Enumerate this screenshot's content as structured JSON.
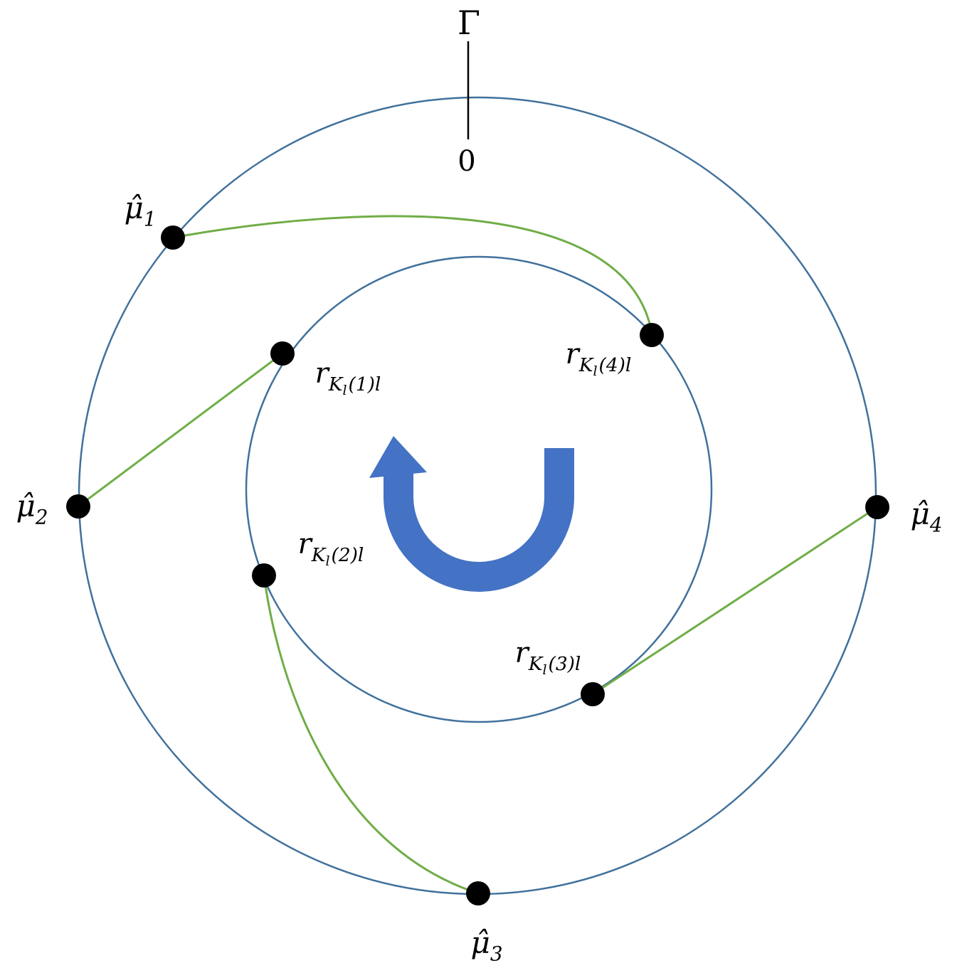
{
  "figure": {
    "gamma": {
      "label": "Γ"
    },
    "zero": {
      "label": "0"
    },
    "mu": [
      {
        "base": "μ̂",
        "sub": "1"
      },
      {
        "base": "μ̂",
        "sub": "2"
      },
      {
        "base": "μ̂",
        "sub": "3"
      },
      {
        "base": "μ̂",
        "sub": "4"
      }
    ],
    "r": [
      {
        "base": "r",
        "k": "K",
        "kl": "l",
        "rest": "(1)l"
      },
      {
        "base": "r",
        "k": "K",
        "kl": "l",
        "rest": "(2)l"
      },
      {
        "base": "r",
        "k": "K",
        "kl": "l",
        "rest": "(3)l"
      },
      {
        "base": "r",
        "k": "K",
        "kl": "l",
        "rest": "(4)l"
      }
    ],
    "colors": {
      "circle": "#41719C",
      "connector": "#70AD47",
      "arrow": "#4472C4",
      "dot": "#000000",
      "tick": "#000000"
    }
  }
}
